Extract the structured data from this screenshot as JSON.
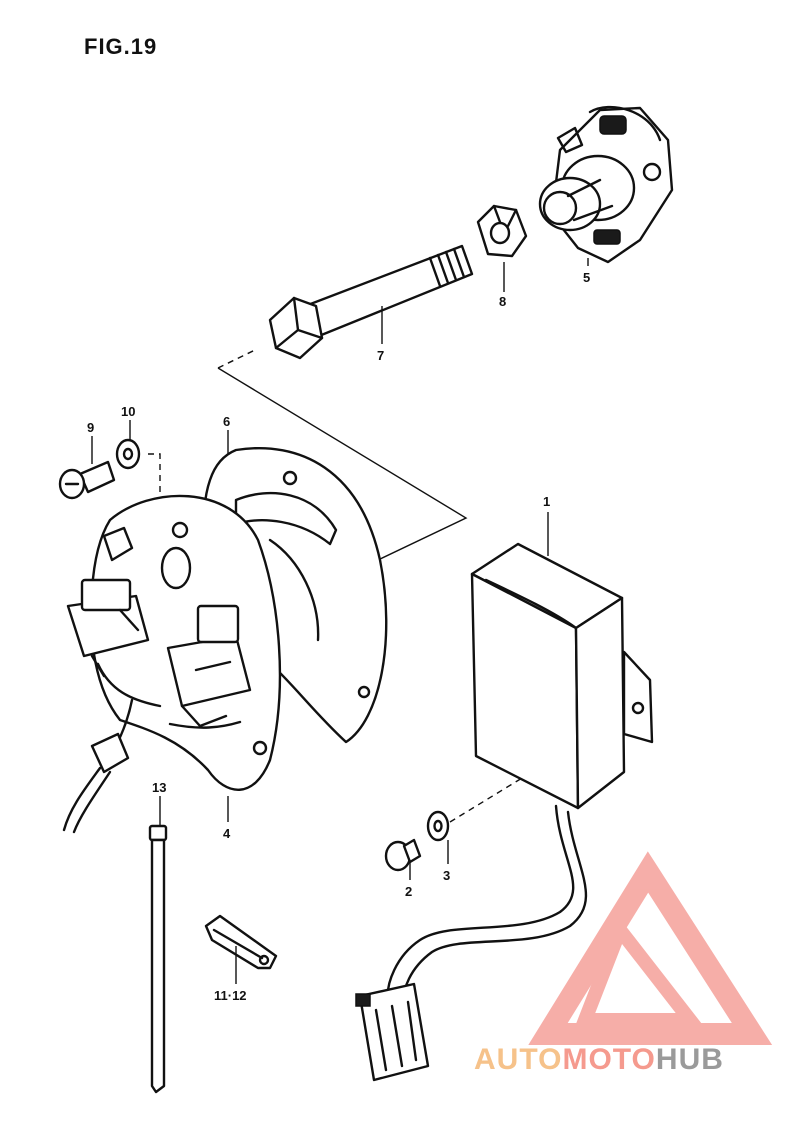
{
  "figure": {
    "title": "FIG.19"
  },
  "callouts": {
    "p1": "1",
    "p2": "2",
    "p3": "3",
    "p4": "4",
    "p5": "5",
    "p6": "6",
    "p7": "7",
    "p8": "8",
    "p9": "9",
    "p10": "10",
    "p11_12": "11·12",
    "p13": "13"
  },
  "watermark": {
    "part_a": "AUTO",
    "part_b": "MOTO",
    "part_c": "HUB",
    "colors": {
      "auto": "#f6c28a",
      "moto": "#f59a8e",
      "hub": "#9a9a9a",
      "logo": "#f5a09a"
    }
  }
}
